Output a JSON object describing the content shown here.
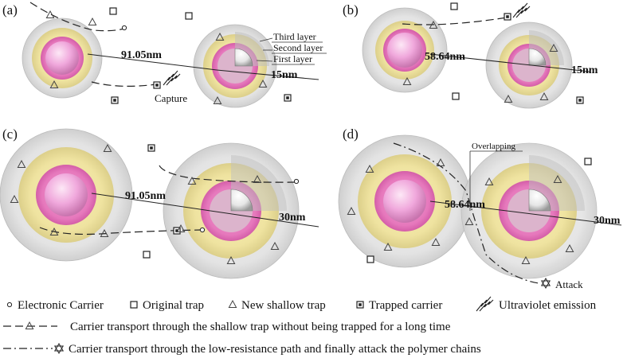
{
  "panels": {
    "a": {
      "label": "(a)",
      "distance": "91.05nm",
      "thickness": "15nm",
      "layers": [
        "Third layer",
        "Second layer",
        "First layer"
      ],
      "capture": "Capture"
    },
    "b": {
      "label": "(b)",
      "distance": "58.64nm",
      "thickness": "15nm"
    },
    "c": {
      "label": "(c)",
      "distance": "91.05nm",
      "thickness": "30nm"
    },
    "d": {
      "label": "(d)",
      "distance": "58.64nm",
      "thickness": "30nm",
      "overlap": "Overlapping",
      "attack": "Attack"
    }
  },
  "legend": {
    "electronic_carrier": "Electronic Carrier",
    "original_trap": "Original trap",
    "new_shallow_trap": "New shallow trap",
    "trapped_carrier": "Trapped carrier",
    "uv_emission": "Ultraviolet emission",
    "transport_shallow": "Carrier transport through the shallow trap without being trapped for a long time",
    "transport_attack": "Carrier transport through the low-resistance path and finally attack the polymer chains"
  },
  "colors": {
    "core": "#f0a8dc",
    "first_layer": "#e86cb4",
    "second_layer": "#ecdf9a",
    "third_layer": "#dcdcdc"
  }
}
